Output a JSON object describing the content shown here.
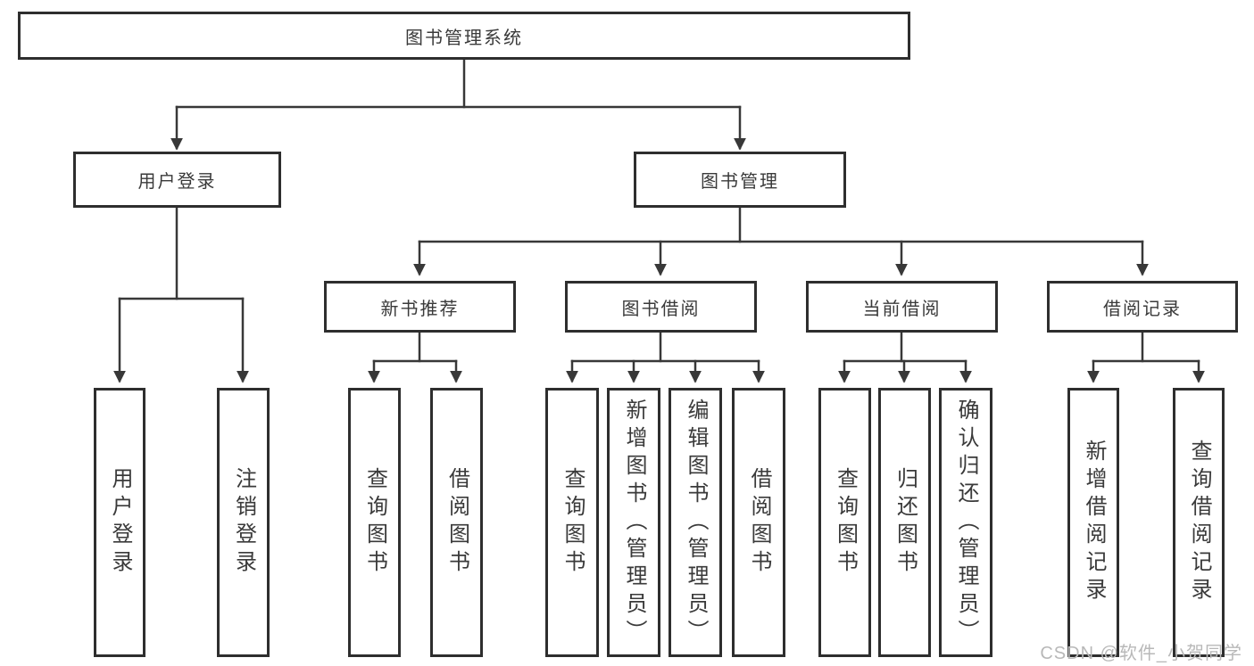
{
  "diagram": {
    "root": {
      "label": "图书管理系统"
    },
    "branches": [
      {
        "label": "用户登录",
        "children": [
          {
            "label": "用户登录"
          },
          {
            "label": "注销登录"
          }
        ]
      },
      {
        "label": "图书管理",
        "children": [
          {
            "label": "新书推荐",
            "children": [
              {
                "label": "查询图书"
              },
              {
                "label": "借阅图书"
              }
            ]
          },
          {
            "label": "图书借阅",
            "children": [
              {
                "label": "查询图书"
              },
              {
                "label": "新增图书（管理员）"
              },
              {
                "label": "编辑图书（管理员）"
              },
              {
                "label": "借阅图书"
              }
            ]
          },
          {
            "label": "当前借阅",
            "children": [
              {
                "label": "查询图书"
              },
              {
                "label": "归还图书"
              },
              {
                "label": "确认归还（管理员）"
              }
            ]
          },
          {
            "label": "借阅记录",
            "children": [
              {
                "label": "新增借阅记录"
              },
              {
                "label": "查询借阅记录"
              }
            ]
          }
        ]
      }
    ]
  },
  "watermark": {
    "text": "CSDN @软件_小贺同学"
  },
  "colors": {
    "line": "#383838",
    "box_border": "#2e2e2e",
    "text": "#3a3a3a",
    "background": "#ffffff",
    "watermark": "#b8b8b8"
  }
}
